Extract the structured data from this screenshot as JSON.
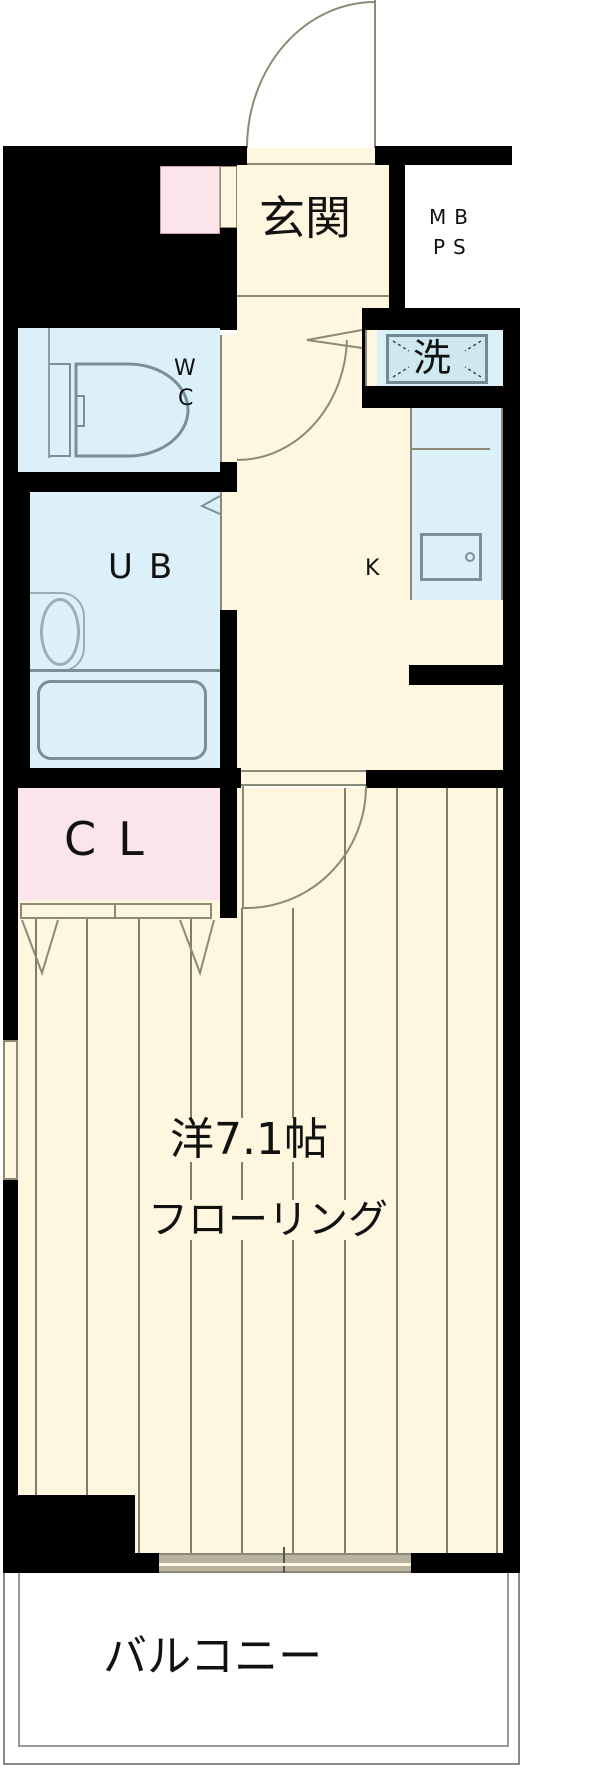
{
  "floorplan": {
    "rooms": {
      "entrance": {
        "label": "玄関"
      },
      "mbps": {
        "line1": "MB",
        "line2": "PS"
      },
      "toilet": {
        "line1": "W",
        "line2": "C"
      },
      "washer": {
        "label": "洗"
      },
      "unit_bath": {
        "label": "UB"
      },
      "kitchen": {
        "label": "K"
      },
      "closet": {
        "label": "CL"
      },
      "western_room": {
        "label": "洋7.1帖",
        "sublabel": "フローリング"
      },
      "balcony": {
        "label": "バルコニー"
      }
    },
    "colors": {
      "wall": "#000000",
      "floor": "#fff6df",
      "wet_area": "#dcf0fa",
      "closet": "#fbe4ea",
      "fixture_line": "#8c8a76"
    }
  }
}
